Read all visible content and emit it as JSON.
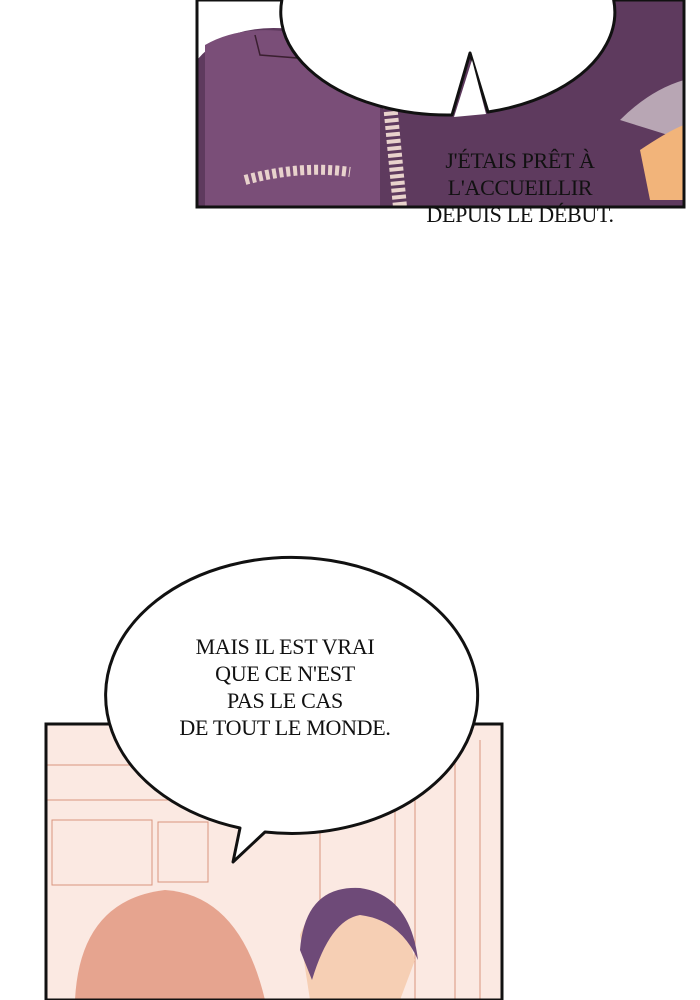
{
  "panels": [
    {
      "bubble": {
        "lines": [
          "J'ÉTAIS PRÊT À",
          "L'ACCUEILLIR",
          "DEPUIS LE DÉBUT."
        ]
      }
    },
    {
      "bubble": {
        "lines": [
          "MAIS IL EST VRAI",
          "QUE CE N'EST",
          "PAS LE CAS",
          "DE TOUT LE MONDE."
        ]
      }
    }
  ],
  "colors": {
    "coat_purple": "#5e3a5e",
    "coat_light": "#7a4e78",
    "braid": "#e8d2cc",
    "room_pink": "#fbe9e2",
    "hair_pink": "#e6a48f",
    "hair_purple": "#6e4a78",
    "skin": "#f6cfb4"
  }
}
